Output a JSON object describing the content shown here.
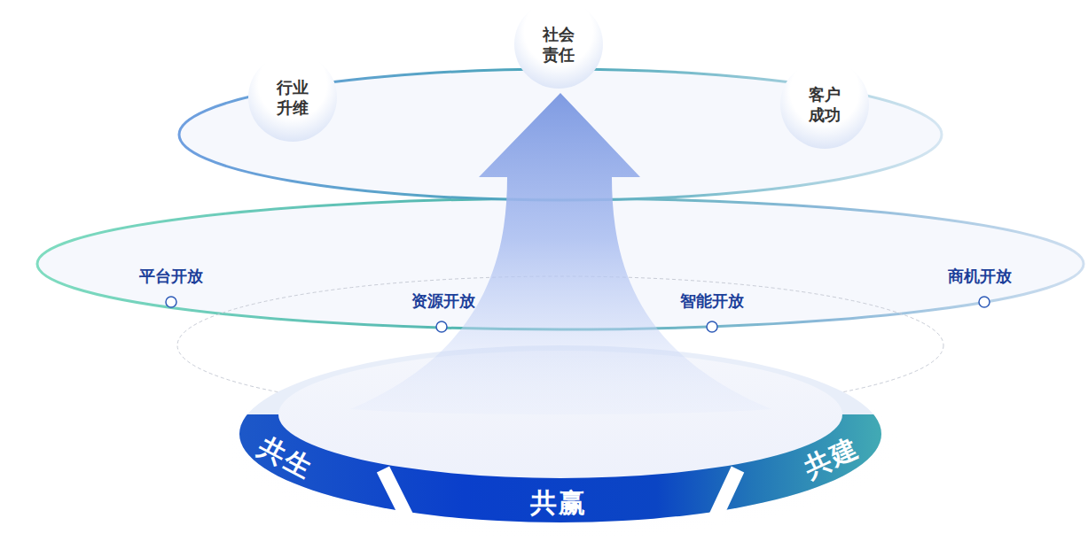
{
  "diagram": {
    "nodes": [
      {
        "text": [
          "社会 责任"
        ]
      },
      {
        "text": [
          "行业 升维"
        ]
      },
      {
        "text": [
          "客户 成功"
        ]
      },
      {
        "text": [
          "共生"
        ]
      },
      {
        "text": [
          "共赢"
        ]
      },
      {
        "text": [
          "共建"
        ]
      }
    ],
    "labels": [
      "平台开放",
      "资源开放",
      "智能开放",
      "商机开放"
    ]
  }
}
